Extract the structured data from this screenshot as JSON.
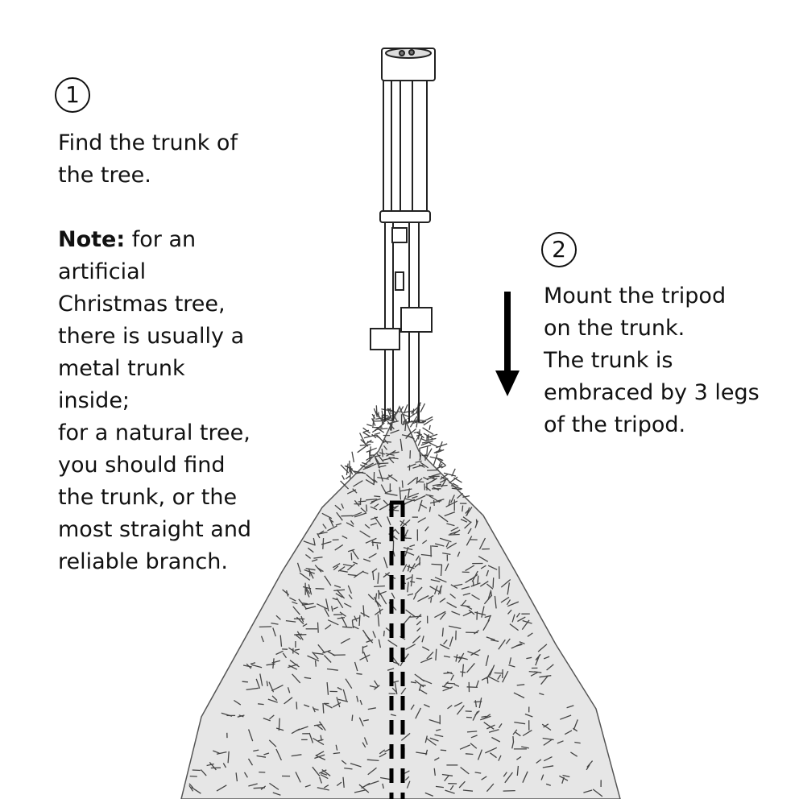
{
  "step1": {
    "number": "1",
    "line1": "Find the trunk of",
    "line2": "the tree.",
    "note_label": "Note:",
    "note_lines": [
      " for an",
      "artificial",
      "Christmas tree,",
      "there is usually a",
      "metal trunk",
      "inside;",
      "for a natural tree,",
      "you should find",
      "the trunk, or the",
      "most straight and",
      "reliable branch."
    ]
  },
  "step2": {
    "number": "2",
    "lines": [
      "Mount the tripod",
      "on the trunk.",
      "The trunk is",
      "embraced by 3 legs",
      "of the tripod."
    ]
  },
  "icons": {
    "arrow": "arrow-down-icon",
    "tripod": "tripod-illustration",
    "tree": "christmas-tree-illustration"
  }
}
